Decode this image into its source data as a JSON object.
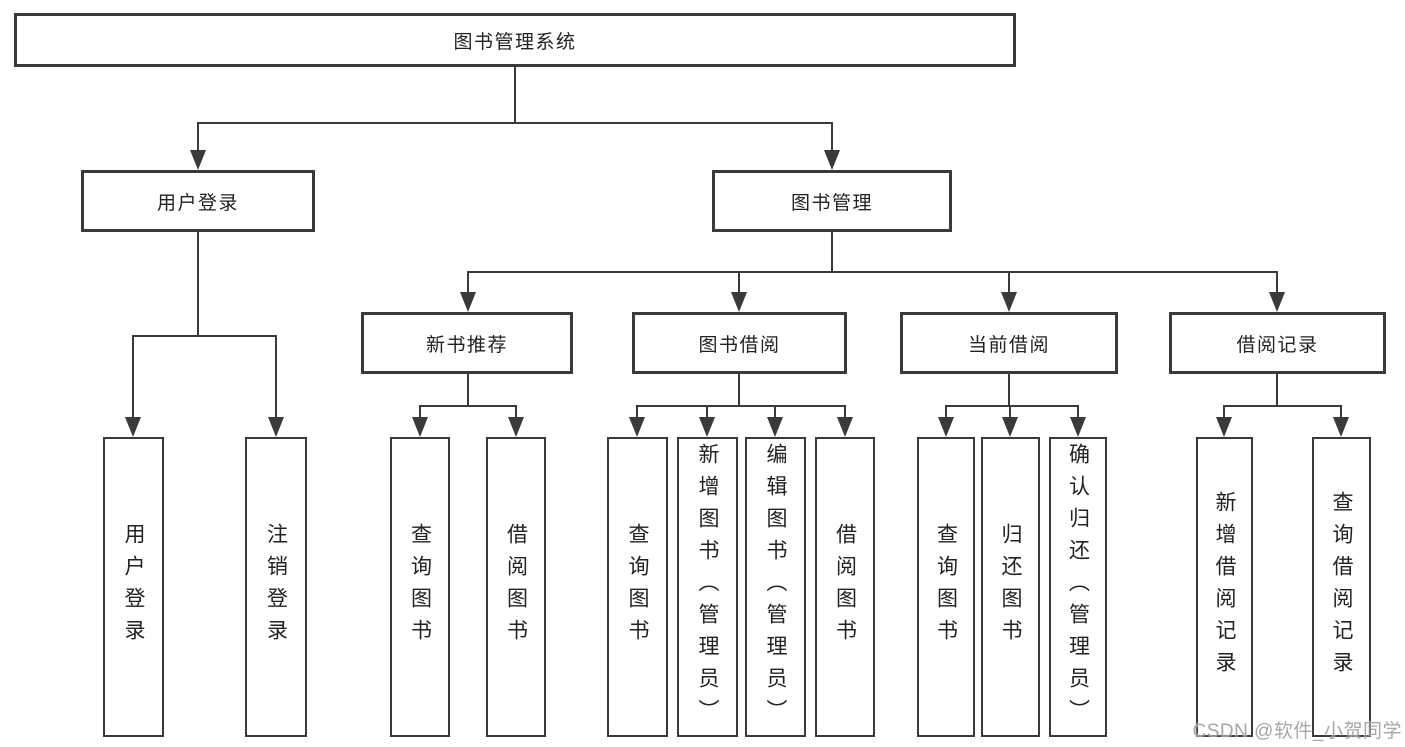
{
  "diagram": {
    "root": {
      "label": "图书管理系统"
    },
    "level2": [
      {
        "label": "用户登录"
      },
      {
        "label": "图书管理"
      }
    ],
    "level3": [
      {
        "label": "新书推荐"
      },
      {
        "label": "图书借阅"
      },
      {
        "label": "当前借阅"
      },
      {
        "label": "借阅记录"
      }
    ],
    "leaves": {
      "user_login": [
        "用户登录",
        "注销登录"
      ],
      "new_book_recommend": [
        "查询图书",
        "借阅图书"
      ],
      "book_borrow": [
        "查询图书",
        "新增图书（管理员）",
        "编辑图书（管理员）",
        "借阅图书"
      ],
      "current_borrow": [
        "查询图书",
        "归还图书",
        "确认归还（管理员）"
      ],
      "borrow_records": [
        "新增借阅记录",
        "查询借阅记录"
      ]
    }
  },
  "watermark": {
    "label": "CSDN @软件_小贺同学"
  },
  "colors": {
    "line": "#3a3a3a",
    "background": "#ffffff",
    "text": "#222222",
    "watermark": "#a0a0a0"
  }
}
